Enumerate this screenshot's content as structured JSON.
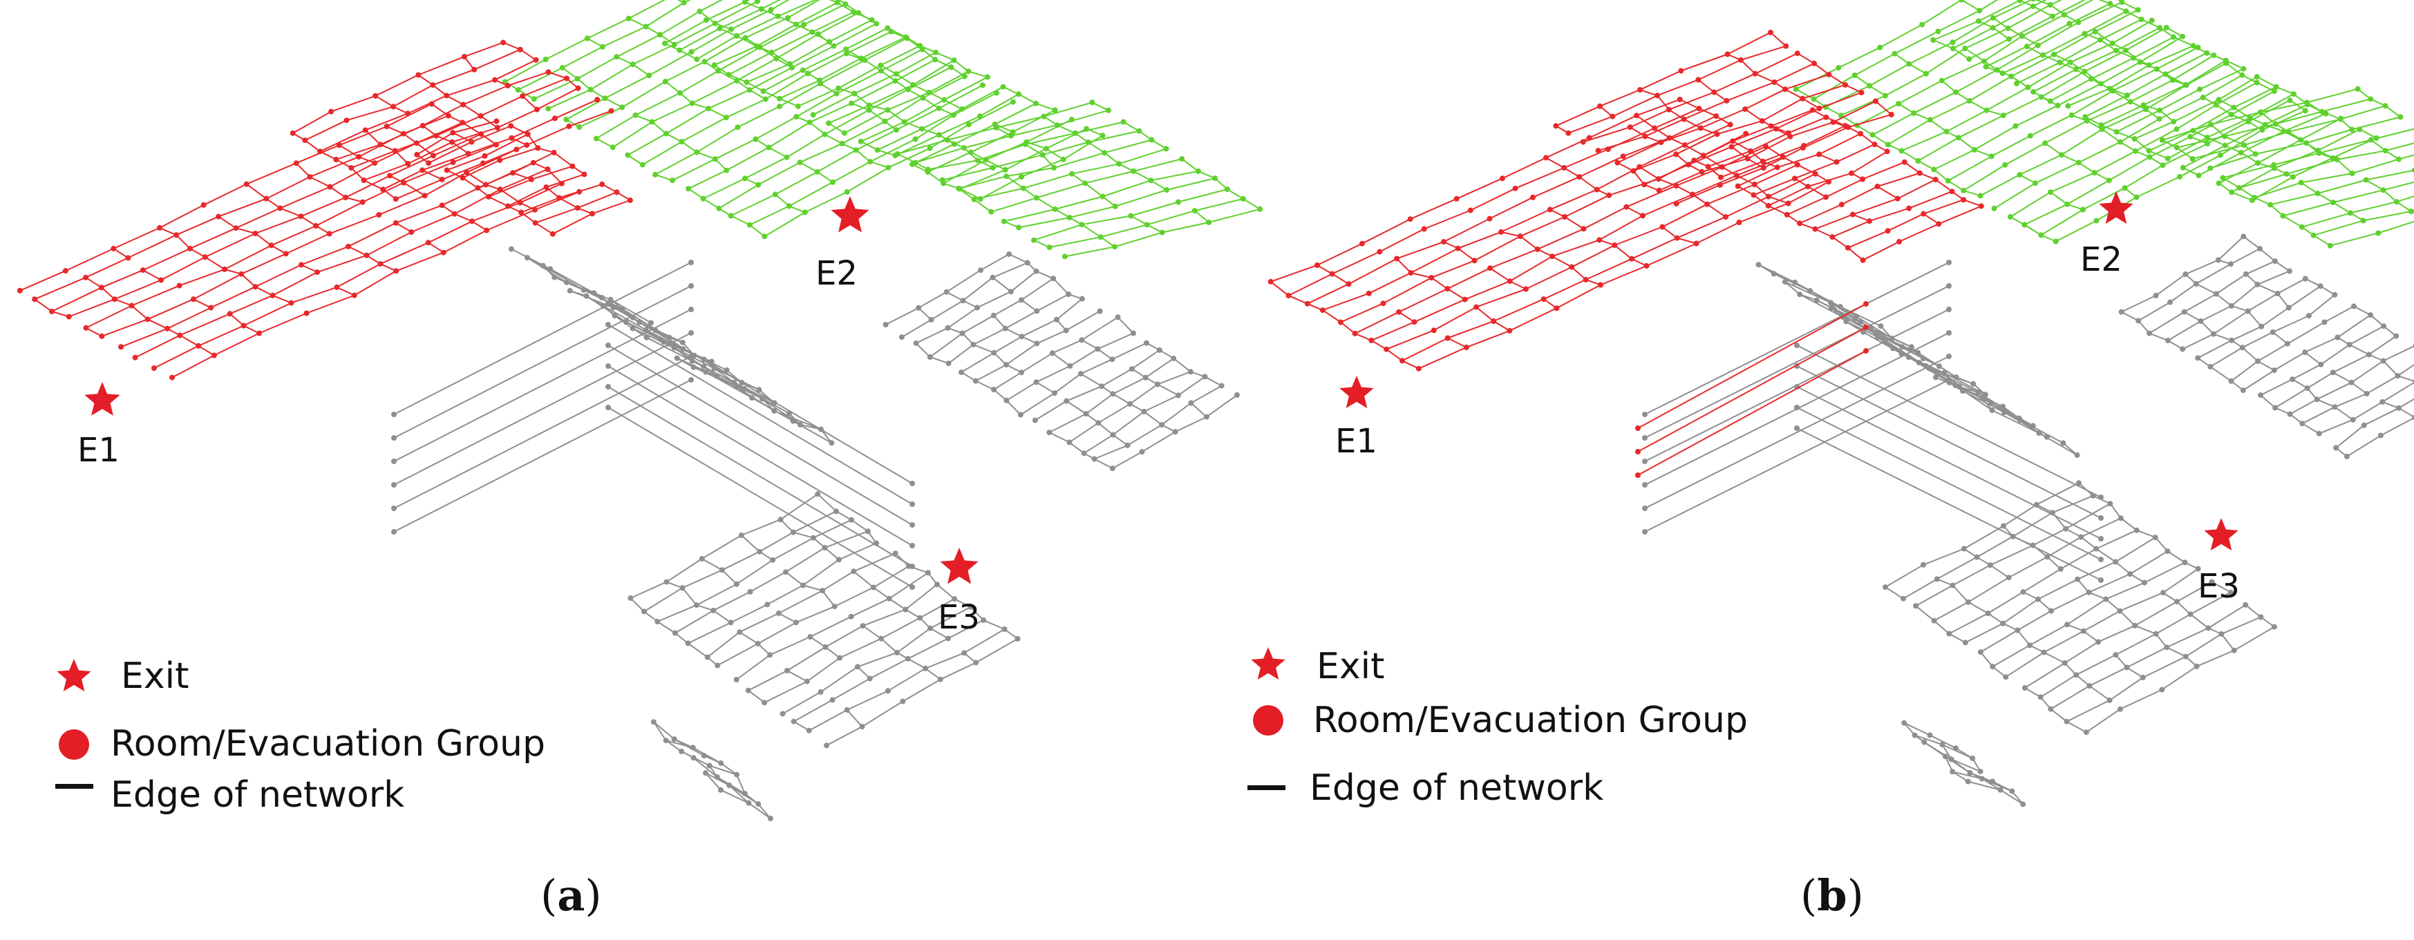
{
  "colors": {
    "zone_e1": "#e8282b",
    "zone_e2": "#5fd12e",
    "zone_e3": "#8f8f8f",
    "exit": "#e31e26",
    "edge": "#111111"
  },
  "legend": {
    "exit_label": "Exit",
    "room_label": "Room/Evacuation Group",
    "edge_label": "Edge of network"
  },
  "panels": [
    {
      "caption_open": "(",
      "caption_letter": "a",
      "caption_close": ")",
      "exits": [
        {
          "label": "E1",
          "icon": "star"
        },
        {
          "label": "E2",
          "icon": "star"
        },
        {
          "label": "E3",
          "icon": "star"
        }
      ]
    },
    {
      "caption_open": "(",
      "caption_letter": "b",
      "caption_close": ")",
      "exits": [
        {
          "label": "E1",
          "icon": "star"
        },
        {
          "label": "E2",
          "icon": "star"
        },
        {
          "label": "E3",
          "icon": "star"
        }
      ]
    }
  ]
}
